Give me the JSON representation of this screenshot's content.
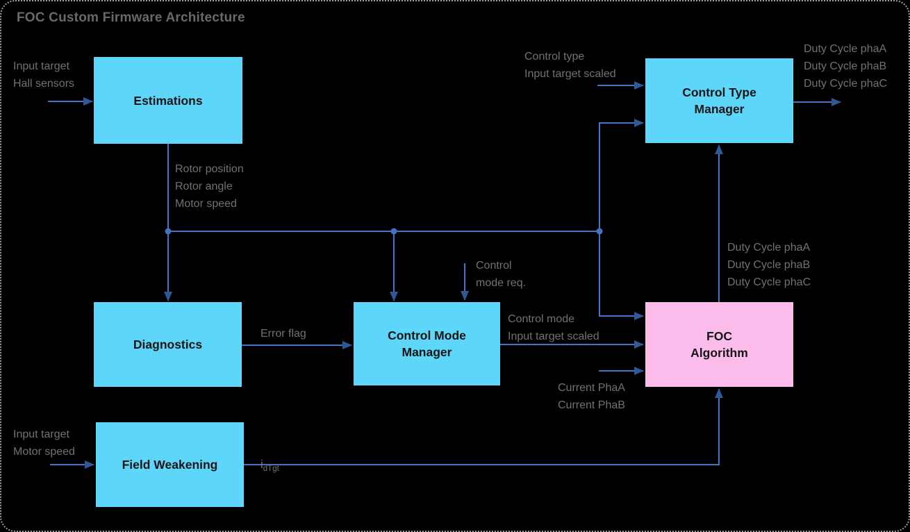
{
  "title": "FOC Custom Firmware Architecture",
  "blocks": {
    "estimations": "Estimations",
    "control_type_manager": "Control Type\nManager",
    "diagnostics": "Diagnostics",
    "control_mode_manager": "Control Mode\nManager",
    "foc_algorithm": "FOC\nAlgorithm",
    "field_weakening": "Field Weakening"
  },
  "labels": {
    "estimations_inputs": "Input target\nHall sensors",
    "rotor_signals": "Rotor position\nRotor angle\nMotor speed",
    "control_type_inputs": "Control type\nInput target scaled",
    "duty_cycle_outputs": "Duty Cycle phaA\nDuty Cycle phaB\nDuty Cycle phaC",
    "duty_cycle_feedback": "Duty Cycle phaA\nDuty Cycle phaB\nDuty Cycle phaC",
    "control_mode_request": "Control\nmode req.",
    "error_flag": "Error flag",
    "control_mode_outputs": "Control mode\nInput target scaled",
    "current_inputs": "Current PhaA\nCurrent PhaB",
    "field_weakening_inputs": "Input target\nMotor speed",
    "idtgt_base": "i",
    "idtgt_sub": "dTgt"
  },
  "colors": {
    "background": "#000000",
    "block_fill_cyan": "#5dd6f9",
    "block_fill_pink": "#fcbdec",
    "block_text": "#141414",
    "wire": "#4472c4",
    "arrowhead": "#2e5896",
    "junction_dot": "#4472c4",
    "label_text": "#757070",
    "title_text": "#696969",
    "border_dotted": "#9e9e9e"
  }
}
